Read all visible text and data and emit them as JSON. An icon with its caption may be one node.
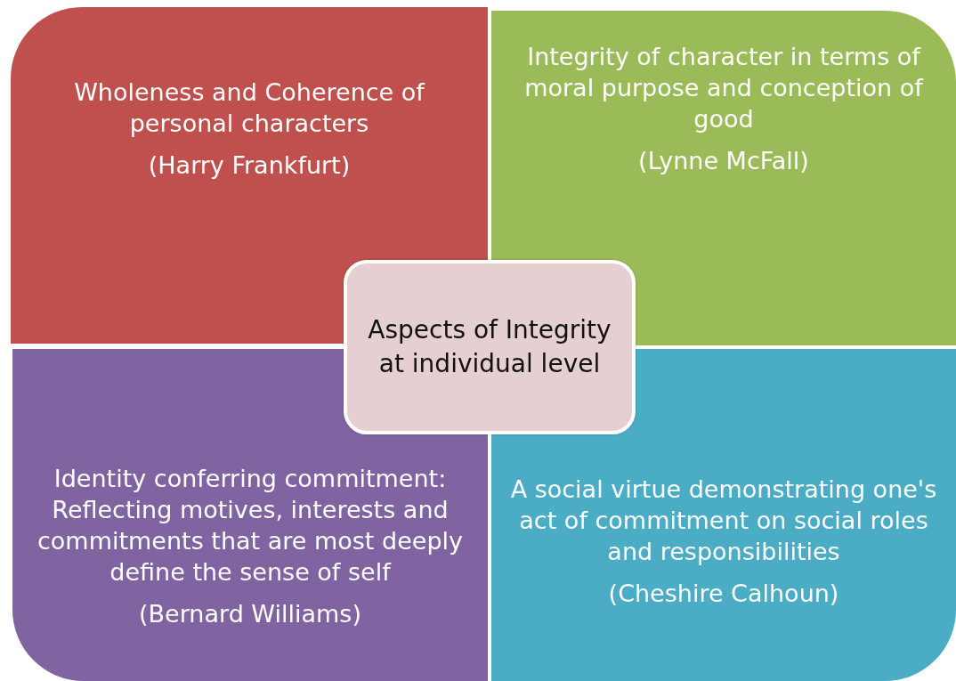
{
  "diagram": {
    "nodes": [
      {
        "text": [
          "Wholeness and Coherence of personal characters",
          "(Harry Frankfurt)"
        ]
      },
      {
        "text": [
          "Integrity of character in terms of moral purpose and conception of good",
          "(Lynne McFall)"
        ]
      },
      {
        "text": [
          "Aspects of Integrity at individual level"
        ]
      },
      {
        "text": [
          "Identity conferring commitment: Reflecting motives, interests and commitments that are most deeply define the sense of self",
          "(Bernard Williams)"
        ]
      },
      {
        "text": [
          "A social virtue demonstrating one's act of commitment on social roles and responsibilities",
          "(Cheshire Calhoun)"
        ]
      }
    ]
  }
}
